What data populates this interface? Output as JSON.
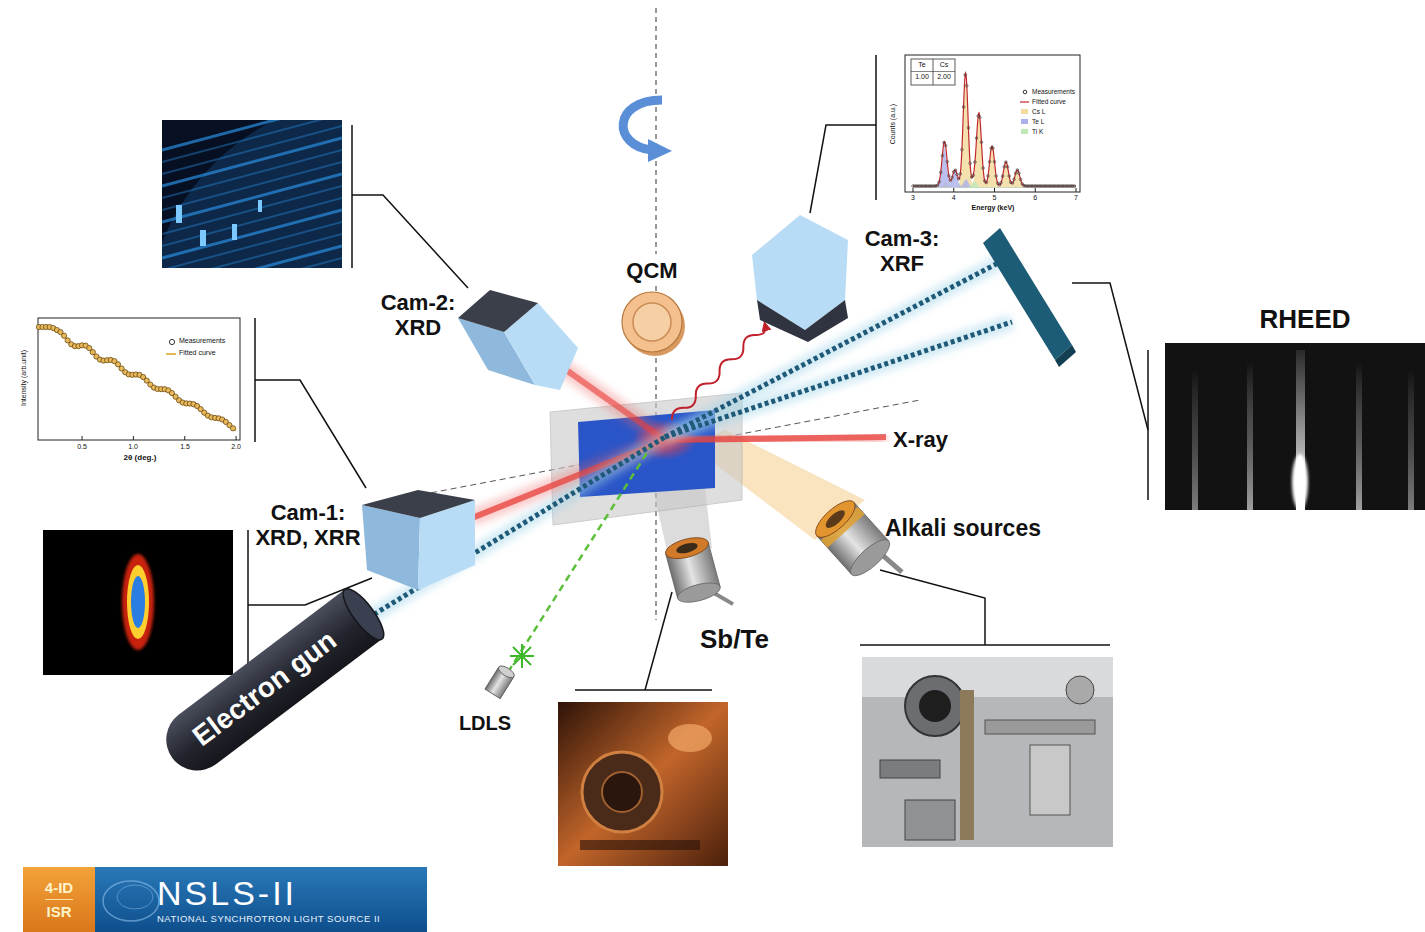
{
  "diagram": {
    "nodes": [
      {
        "text": [
          "Electron gun"
        ]
      },
      {
        "text": [
          "4-ID",
          "ISR"
        ]
      },
      {
        "text": [
          "NSLS-II",
          "NATIONAL SYNCHROTRON LIGHT SOURCE II"
        ]
      }
    ],
    "labels": [
      "Cam-2: XRD",
      "QCM",
      "Cam-3: XRF",
      "RHEED",
      "X-ray",
      "Cam-1: XRD, XRR",
      "Alkali sources",
      "LDLS",
      "Sb/Te",
      "Measurements",
      "Fitted curve",
      "Intensity (arb.unit)",
      "0.5",
      "1.0",
      "1.5",
      "2.0",
      "2θ (deg.)",
      "Te",
      "Cs",
      "1.00",
      "2.00",
      "Measurements",
      "Fitted curve",
      "Cs L",
      "Te L",
      "Ti K",
      "Counts (a.u.)",
      "3",
      "4",
      "5",
      "6",
      "7",
      "Energy (keV)"
    ]
  }
}
